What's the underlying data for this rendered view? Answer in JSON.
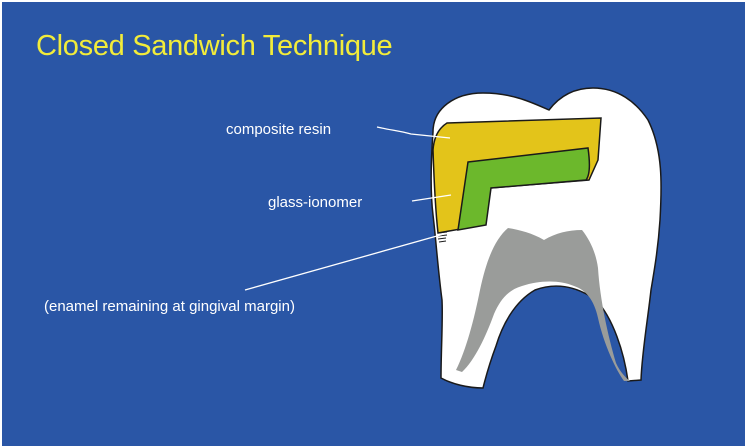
{
  "title": "Closed Sandwich Technique",
  "labels": {
    "composite_resin": "composite resin",
    "glass_ionomer": "glass-ionomer",
    "enamel_remaining": "(enamel remaining at gingival margin)"
  },
  "colors": {
    "background": "#2a56a6",
    "title": "#f2ec3a",
    "tooth": "#ffffff",
    "composite_resin": "#e3c41a",
    "glass_ionomer": "#6cb82c",
    "pulp": "#9a9c9a",
    "outline": "#1a1a1a"
  }
}
